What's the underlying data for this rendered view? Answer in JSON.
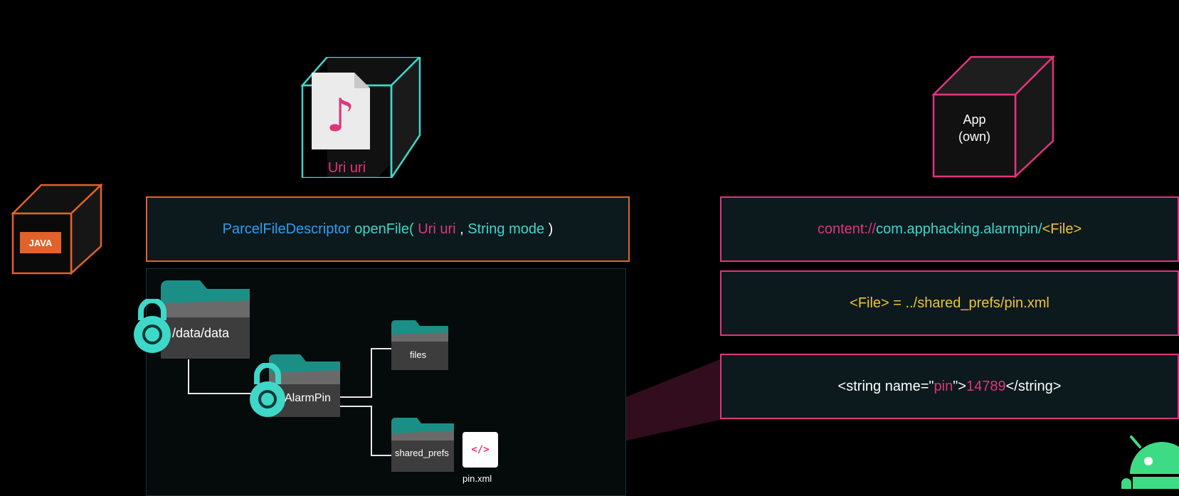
{
  "left_cube": {
    "label": "Uri uri",
    "icon": "music-note-icon"
  },
  "java_cube": {
    "label": "JAVA"
  },
  "app_cube": {
    "line1": "App",
    "line2": "(own)"
  },
  "method_panel": {
    "type": "ParcelFileDescriptor",
    "method": "openFile(",
    "param1": "Uri uri",
    "comma": ",",
    "param2": "String mode",
    "close": ")"
  },
  "uri_panel": {
    "scheme": "content://",
    "authority": "com.apphacking.alarmpin/",
    "file": "<File>"
  },
  "file_panel": {
    "file": "<File>",
    "path": " = ../shared_prefs/pin.xml"
  },
  "xml_panel": {
    "open": "<string name=\"",
    "attr": "pin",
    "mid": "\">",
    "value": "14789",
    "close": "</string>"
  },
  "tree": {
    "root": "/data/data",
    "app": "AlarmPin",
    "files": "files",
    "shared_prefs": "shared_prefs",
    "xml_icon": "</>",
    "xml_file": "pin.xml"
  },
  "colors": {
    "cyan": "#3fd7c8",
    "pink": "#e0347d",
    "orange": "#e2622b",
    "yellow": "#f1c233",
    "blue": "#2e9df0"
  }
}
